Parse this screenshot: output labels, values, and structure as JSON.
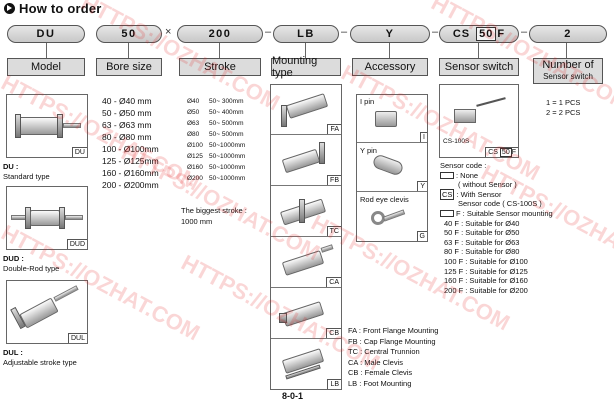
{
  "heading": {
    "title": "How to order"
  },
  "code": {
    "model": "DU",
    "bore": "50",
    "stroke": "200",
    "mounting": "LB",
    "accessory": "Y",
    "sensor_prefix": "CS",
    "sensor_boxed": "50",
    "sensor_suffix": "F",
    "number": "2",
    "sep_times": "×",
    "sep_dash": "–"
  },
  "headers": {
    "model": "Model",
    "bore": "Bore size",
    "stroke": "Stroke",
    "mounting": "Mounting type",
    "accessory": "Accessory",
    "sensor": "Sensor switch",
    "number_line1": "Number of",
    "number_line2": "Sensor switch"
  },
  "models": [
    {
      "code": "DU",
      "label": "DU :",
      "desc": "Standard type"
    },
    {
      "code": "DUD",
      "label": "DUD :",
      "desc": "Double-Rod type"
    },
    {
      "code": "DUL",
      "label": "DUL :",
      "desc": "Adjustable stroke type"
    }
  ],
  "bore_sizes": [
    "40 - Ø40 mm",
    "50 - Ø50 mm",
    "63 - Ø63 mm",
    "80 - Ø80 mm",
    "100 - Ø100mm",
    "125 - Ø125mm",
    "160 - Ø160mm",
    "200 - Ø200mm"
  ],
  "strokes": [
    {
      "bore": "Ø40",
      "range": "50~ 300mm"
    },
    {
      "bore": "Ø50",
      "range": "50~ 400mm"
    },
    {
      "bore": "Ø63",
      "range": "50~ 500mm"
    },
    {
      "bore": "Ø80",
      "range": "50~ 500mm"
    },
    {
      "bore": "Ø100",
      "range": "50~1000mm"
    },
    {
      "bore": "Ø125",
      "range": "50~1000mm"
    },
    {
      "bore": "Ø160",
      "range": "50~1000mm"
    },
    {
      "bore": "Ø200",
      "range": "50~1000mm"
    }
  ],
  "stroke_note_line1": "The biggest stroke :",
  "stroke_note_line2": "1000 mm",
  "mounting_tags": [
    "FA",
    "FB",
    "TC",
    "CA",
    "CB",
    "LB"
  ],
  "mounting_legend": [
    "FA : Front Flange Mounting",
    "FB : Cap Flange Mounting",
    "TC : Central Trunnion",
    "CA : Male Clevis",
    "CB : Female Clevis",
    "LB : Foot Mounting"
  ],
  "accessories": [
    {
      "label": "I pin",
      "tag": "I"
    },
    {
      "label": "Y pin",
      "tag": "Y"
    },
    {
      "label": "Rod eye clevis",
      "tag": "G"
    }
  ],
  "sensor": {
    "model_label": "CS-100S",
    "tag_prefix": "CS",
    "tag_boxed": "50",
    "tag_suffix": "F",
    "code_title": "Sensor code :",
    "none_line1": ": None",
    "none_line2": "( without Sensor )",
    "with_box": "CS",
    "with_line1": ": With Sensor",
    "with_line2": "Sensor code ( CS-100S )",
    "suitable_head": "F : Suitable Sensor mounting",
    "suitable": [
      "40  F : Suitable for Ø40",
      "50  F : Suitable for Ø50",
      "63  F : Suitable for Ø63",
      "80  F : Suitable for Ø80",
      "100 F : Suitable for Ø100",
      "125 F : Suitable for Ø125",
      "160 F : Suitable for Ø160",
      "200 F : Suitable for Ø200"
    ]
  },
  "pcs": [
    "1 = 1 PCS",
    "2 = 2 PCS"
  ],
  "watermark": "HTTPS://OZHAT.COM",
  "page_number": "8-0-1"
}
